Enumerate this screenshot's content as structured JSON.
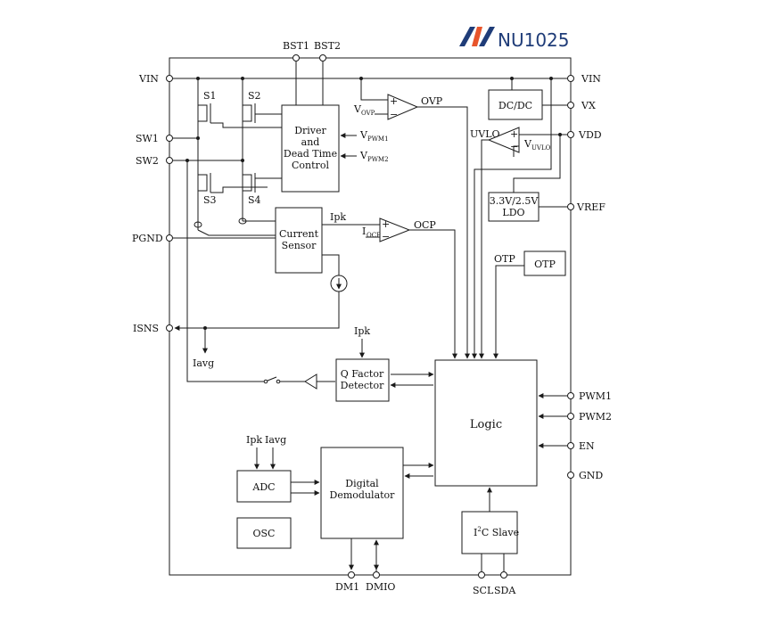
{
  "logo": {
    "text": "NU1025",
    "mark_colors": [
      "#1f3c78",
      "#e8552b"
    ]
  },
  "pins": {
    "left": {
      "vin": "VIN",
      "sw1": "SW1",
      "sw2": "SW2",
      "pgnd": "PGND",
      "isns": "ISNS"
    },
    "top": {
      "bst1": "BST1",
      "bst2": "BST2"
    },
    "right": {
      "vin": "VIN",
      "vx": "VX",
      "vdd": "VDD",
      "vref": "VREF",
      "pwm1": "PWM1",
      "pwm2": "PWM2",
      "en": "EN",
      "gnd": "GND"
    },
    "bottom": {
      "dm1": "DM1",
      "dmio": "DMIO",
      "scl": "SCL",
      "sda": "SDA"
    }
  },
  "switches": {
    "s1": "S1",
    "s2": "S2",
    "s3": "S3",
    "s4": "S4"
  },
  "blocks": {
    "driver": [
      "Driver",
      "and",
      "Dead Time",
      "Control"
    ],
    "dcdc": "DC/DC",
    "ldo": [
      "3.3V/2.5V",
      "LDO"
    ],
    "current_sensor": [
      "Current",
      "Sensor"
    ],
    "otp": "OTP",
    "qfactor": [
      "Q Factor",
      "Detector"
    ],
    "logic": "Logic",
    "adc": "ADC",
    "demod": [
      "Digital",
      "Demodulator"
    ],
    "osc": "OSC",
    "i2c": {
      "i": "I",
      "sup": "2",
      "rest": "C Slave"
    }
  },
  "signals": {
    "v": "V",
    "ovp_sub": "OVP",
    "ovp": "OVP",
    "pwm1_sub": "PWM1",
    "pwm2_sub": "PWM2",
    "uvlo": "UVLO",
    "uvlo_sub": "UVLO",
    "ipk": "Ipk",
    "i": "I",
    "ocp_sub": "OCP",
    "ocp": "OCP",
    "otp": "OTP",
    "iavg": "Iavg",
    "ipk_q": "Ipk",
    "ipk_adc": "Ipk",
    "iavg_adc": "Iavg"
  }
}
